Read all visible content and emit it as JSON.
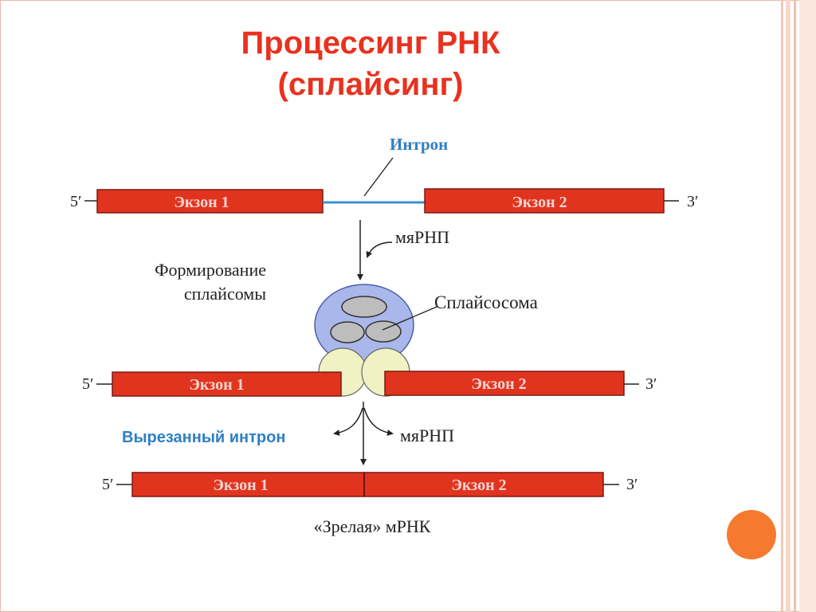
{
  "title": {
    "line1": "Процессинг РНК",
    "line2": "(сплайсинг)"
  },
  "labels": {
    "intron": "Интрон",
    "snrnp_top": "мяРНП",
    "spliceosome_formation_1": "Формирование",
    "spliceosome_formation_2": "сплайсомы",
    "spliceosome": "Сплайсосома",
    "excised_intron": "Вырезанный интрон",
    "snrnp_bottom": "мяРНП",
    "mature_mrna": "«Зрелая» мРНК"
  },
  "strands": [
    {
      "five": "5′",
      "three": "3′",
      "exon1": "Экзон 1",
      "exon2": "Экзон 2"
    },
    {
      "five": "5′",
      "three": "3′",
      "exon1": "Экзон 1",
      "exon2": "Экзон 2"
    },
    {
      "five": "5′",
      "three": "3′",
      "exon1": "Экзон 1",
      "exon2": "Экзон 2"
    }
  ],
  "colors": {
    "title": "#e8321f",
    "exon_fill": "#e0341f",
    "intron_line": "#3a8fd0",
    "intron_label": "#2e7fc4",
    "spliceosome_outer": "#a9b7ea",
    "spliceosome_subunit": "#bdbdbd",
    "spliceosome_lower": "#f1f2c4",
    "accent_dot": "#f57a30"
  }
}
